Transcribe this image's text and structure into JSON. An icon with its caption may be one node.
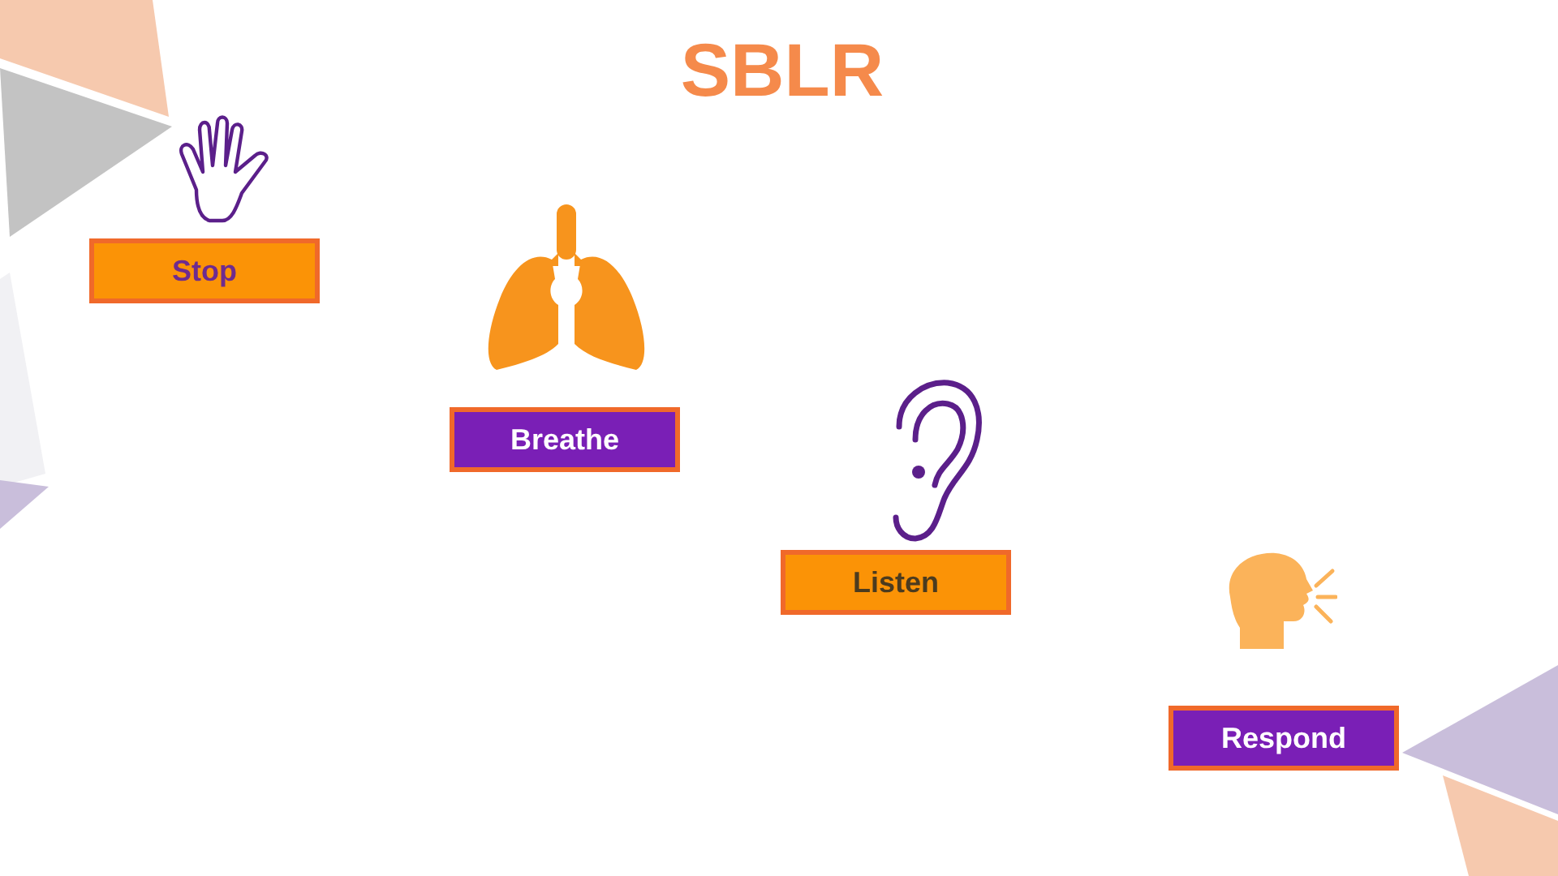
{
  "diagram": {
    "title": "SBLR",
    "nodes": [
      {
        "text": [
          "Stop"
        ]
      },
      {
        "text": [
          "Breathe"
        ]
      },
      {
        "text": [
          "Listen"
        ]
      },
      {
        "text": [
          "Respond"
        ]
      }
    ]
  }
}
